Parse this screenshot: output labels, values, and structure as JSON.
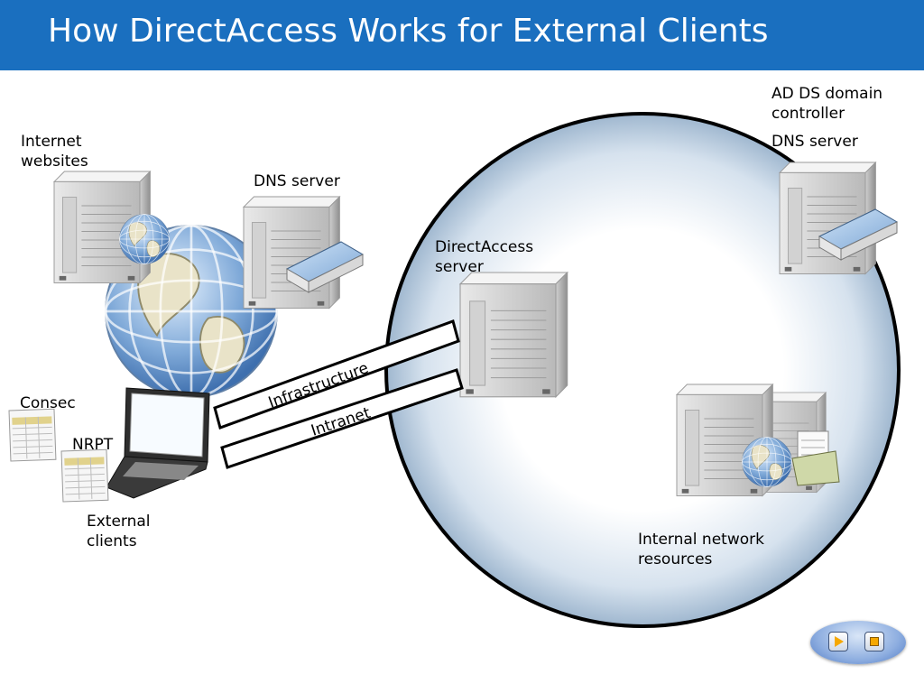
{
  "slide": {
    "title": "How DirectAccess Works for External Clients"
  },
  "labels": {
    "internet_websites": [
      "Internet",
      "websites"
    ],
    "dns_server_left": "DNS server",
    "directaccess_server": [
      "DirectAccess",
      "server"
    ],
    "ad_ds": [
      "AD DS domain",
      "controller"
    ],
    "dns_server_right": "DNS server",
    "consec": "Consec",
    "nrpt": "NRPT",
    "external_clients": [
      "External",
      "clients"
    ],
    "internal_resources": [
      "Internal network",
      "resources"
    ]
  },
  "tunnels": {
    "infrastructure": "Infrastructure",
    "intranet": "Intranet"
  },
  "colors": {
    "title_bar": "#1a6fbf",
    "tunnel_border": "#000000",
    "tunnel_fill": "#ffffff",
    "play_glyph": "#f6a800"
  },
  "nav": {
    "play": "play-icon",
    "stop": "stop-icon"
  }
}
